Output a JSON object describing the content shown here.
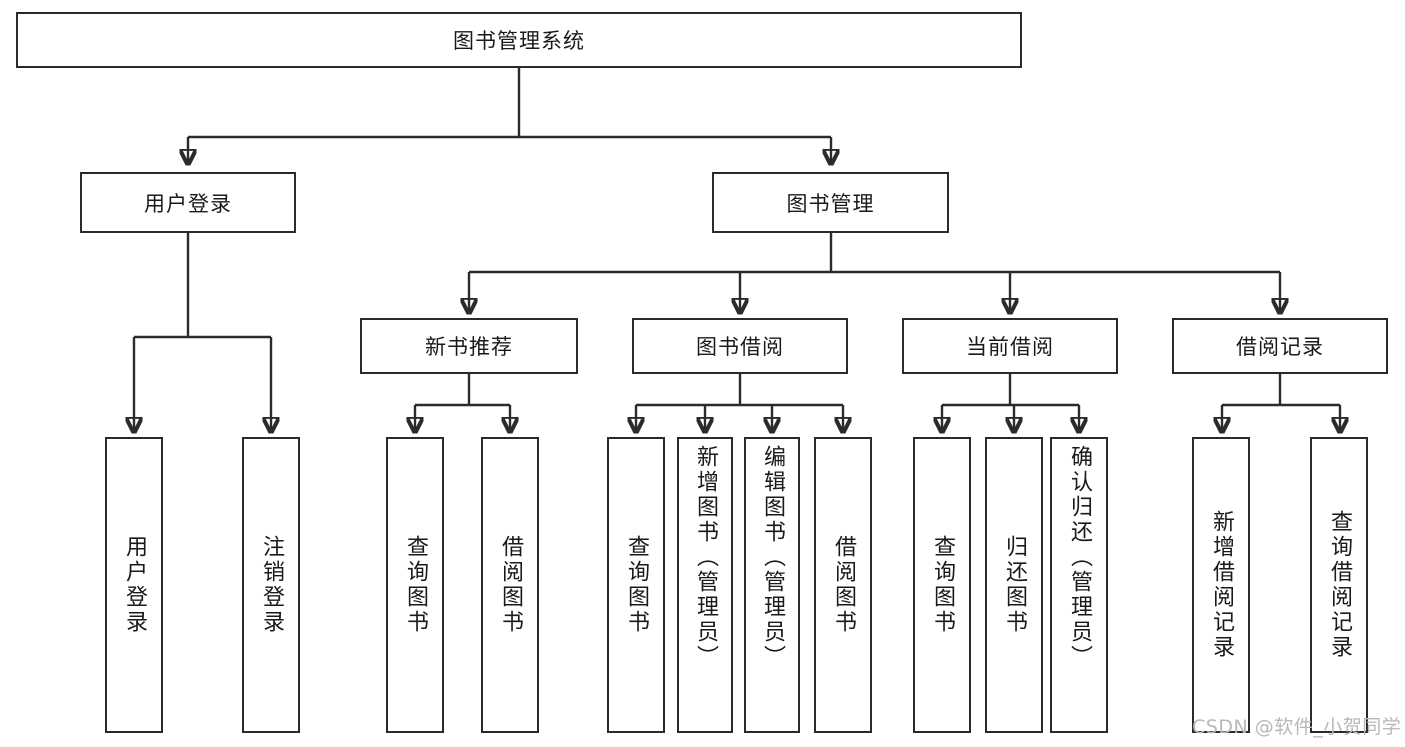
{
  "diagram": {
    "title": "图书管理系统",
    "root": {
      "label": "图书管理系统"
    },
    "level2": [
      {
        "label": "用户登录"
      },
      {
        "label": "图书管理"
      }
    ],
    "level3": [
      {
        "label": "新书推荐"
      },
      {
        "label": "图书借阅"
      },
      {
        "label": "当前借阅"
      },
      {
        "label": "借阅记录"
      }
    ],
    "leaves": {
      "user_login": [
        {
          "label": "用户登录"
        },
        {
          "label": "注销登录"
        }
      ],
      "new_book": [
        {
          "label": "查询图书"
        },
        {
          "label": "借阅图书"
        }
      ],
      "book_borrow": [
        {
          "label": "查询图书"
        },
        {
          "label": "新增图书（管理员）"
        },
        {
          "label": "编辑图书（管理员）"
        },
        {
          "label": "借阅图书"
        }
      ],
      "current_borrow": [
        {
          "label": "查询图书"
        },
        {
          "label": "归还图书"
        },
        {
          "label": "确认归还（管理员）"
        }
      ],
      "borrow_record": [
        {
          "label": "新增借阅记录"
        },
        {
          "label": "查询借阅记录"
        }
      ]
    }
  },
  "watermark": {
    "text": "CSDN @软件_小贺同学"
  },
  "colors": {
    "stroke": "#2b2b2b",
    "background": "#ffffff",
    "text": "#1a1a1a",
    "watermark": "#b8b8b8"
  }
}
